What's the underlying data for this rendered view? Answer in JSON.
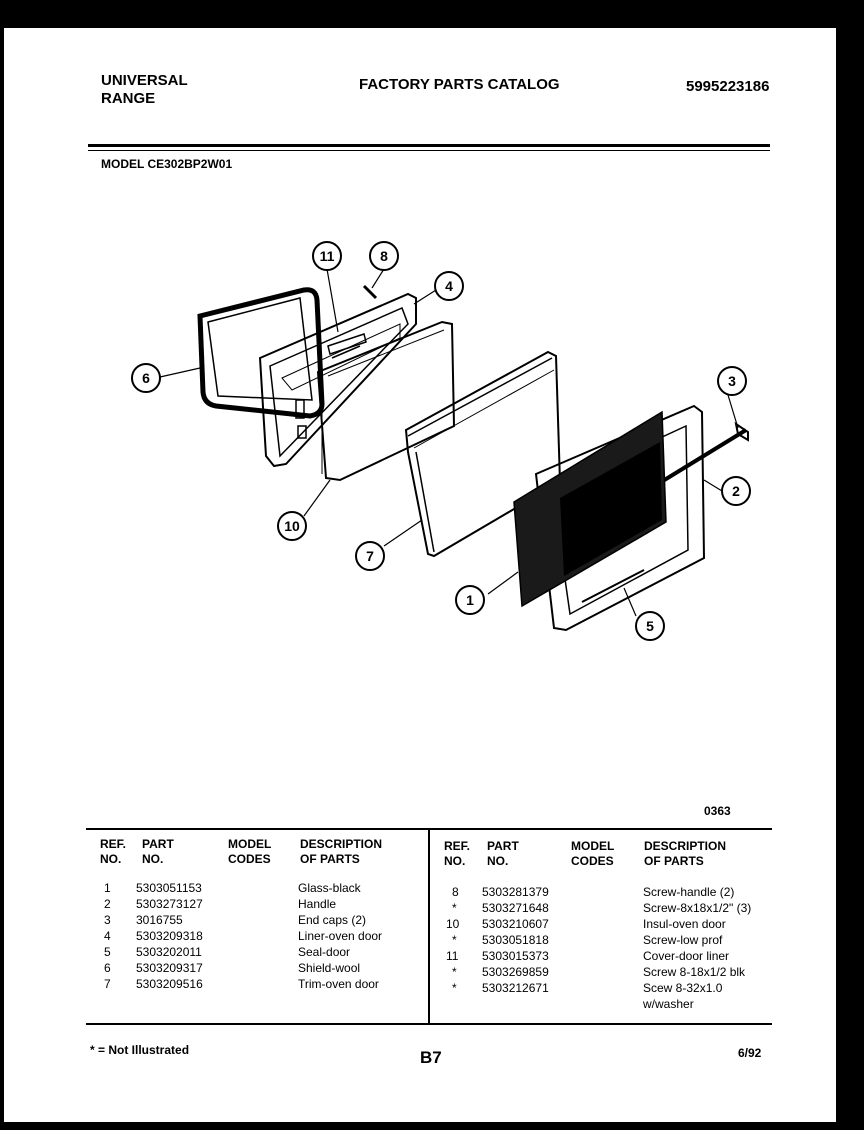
{
  "header": {
    "brand_line1": "UNIVERSAL",
    "brand_line2": "RANGE",
    "title": "FACTORY PARTS CATALOG",
    "catalog_no": "5995223186",
    "model": "MODEL CE302BP2W01"
  },
  "diagram": {
    "callouts": [
      "1",
      "2",
      "3",
      "4",
      "5",
      "6",
      "7",
      "8",
      "10",
      "11"
    ],
    "figure_code": "0363"
  },
  "table": {
    "col_ref": [
      "REF.",
      "NO."
    ],
    "col_part": [
      "PART",
      "NO."
    ],
    "col_model": [
      "MODEL",
      "CODES"
    ],
    "col_desc": [
      "DESCRIPTION",
      "OF PARTS"
    ],
    "left_rows": [
      {
        "ref": "1",
        "part": "5303051153",
        "desc": "Glass-black"
      },
      {
        "ref": "2",
        "part": "5303273127",
        "desc": "Handle"
      },
      {
        "ref": "3",
        "part": "3016755",
        "desc": "End caps (2)"
      },
      {
        "ref": "4",
        "part": "5303209318",
        "desc": "Liner-oven door"
      },
      {
        "ref": "5",
        "part": "5303202011",
        "desc": "Seal-door"
      },
      {
        "ref": "6",
        "part": "5303209317",
        "desc": "Shield-wool"
      },
      {
        "ref": "7",
        "part": "5303209516",
        "desc": "Trim-oven door"
      }
    ],
    "right_rows": [
      {
        "ref": "8",
        "part": "5303281379",
        "desc": "Screw-handle (2)"
      },
      {
        "ref": "*",
        "part": "5303271648",
        "desc": "Screw-8x18x1/2\" (3)"
      },
      {
        "ref": "10",
        "part": "5303210607",
        "desc": "Insul-oven door"
      },
      {
        "ref": "*",
        "part": "5303051818",
        "desc": "Screw-low prof"
      },
      {
        "ref": "11",
        "part": "5303015373",
        "desc": "Cover-door liner"
      },
      {
        "ref": "*",
        "part": "5303269859",
        "desc": "Screw 8-18x1/2 blk"
      },
      {
        "ref": "*",
        "part": "5303212671",
        "desc": "Scew 8-32x1.0"
      },
      {
        "ref": "",
        "part": "",
        "desc": "w/washer"
      }
    ]
  },
  "footer": {
    "note": "* = Not Illustrated",
    "page": "B7",
    "date": "6/92"
  }
}
